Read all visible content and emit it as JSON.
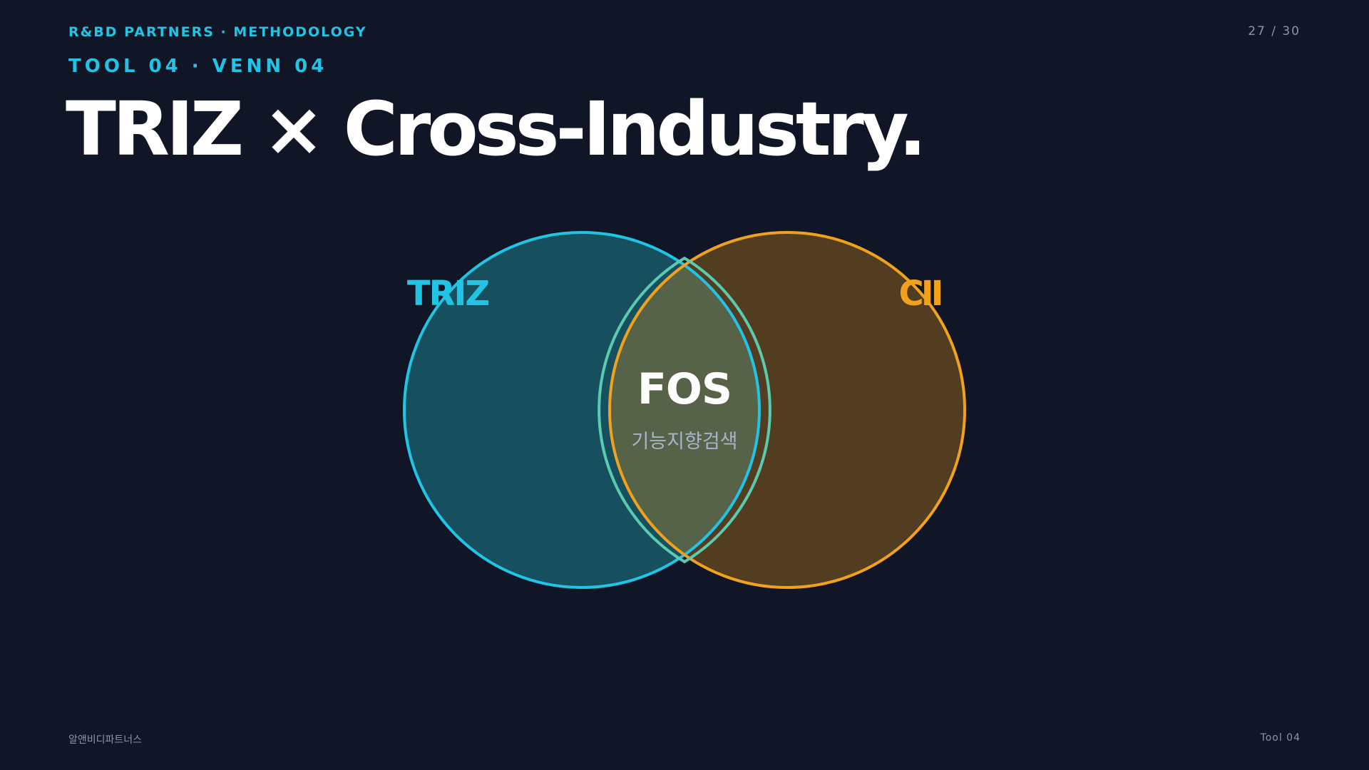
{
  "header": {
    "brand": "R&BD PARTNERS · METHODOLOGY",
    "page_number": "27 / 30",
    "tool_label": "TOOL 04 · VENN 04",
    "title": "TRIZ × Cross-Industry."
  },
  "venn": {
    "left_set": {
      "label": "TRIZ",
      "stroke": "#22c4e6",
      "fill": "#16505f",
      "label_color": "#22c4e6"
    },
    "right_set": {
      "label": "CII",
      "stroke": "#f0a21e",
      "fill": "#523d20",
      "label_color": "#f0a21e"
    },
    "intersection": {
      "label": "FOS",
      "sublabel": "기능지향검색",
      "fill": "#576348",
      "stroke": "#5ccab0",
      "label_color": "#ffffff",
      "sublabel_color": "#a8b3c8"
    }
  },
  "footer": {
    "left": "알앤비디파트너스",
    "right": "Tool 04"
  }
}
